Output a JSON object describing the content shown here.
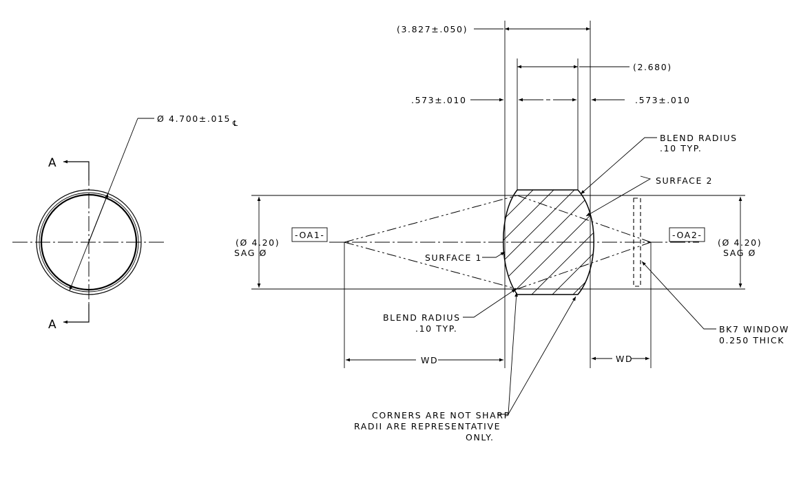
{
  "labels": {
    "overall_length": "(3.827±.050)",
    "inner_length": "(2.680)",
    "left_flat": ".573±.010",
    "right_flat": ".573±.010",
    "diameter": "Ø 4.700±.015",
    "centerline_symbol": "℄",
    "section_a_top": "A",
    "section_a_bottom": "A",
    "blend_radius_top_1": "BLEND RADIUS",
    "blend_radius_top_2": ".10 TYP.",
    "surface_2": "SURFACE 2",
    "surface_1": "SURFACE 1",
    "oa1": "-OA1-",
    "oa2": "-OA2-",
    "sag_left_1": "(Ø 4.20)",
    "sag_left_2": "SAG Ø",
    "sag_right_1": "(Ø 4.20)",
    "sag_right_2": "SAG Ø",
    "blend_radius_bottom_1": "BLEND  RADIUS",
    "blend_radius_bottom_2": ".10 TYP.",
    "wd_left": "WD",
    "wd_right": "WD",
    "bk7_1": "BK7 WINDOW",
    "bk7_2": "0.250 THICK",
    "corners_1": "CORNERS ARE NOT SHARP",
    "corners_2": "RADII ARE REPRESENTATIVE",
    "corners_3": "ONLY."
  }
}
